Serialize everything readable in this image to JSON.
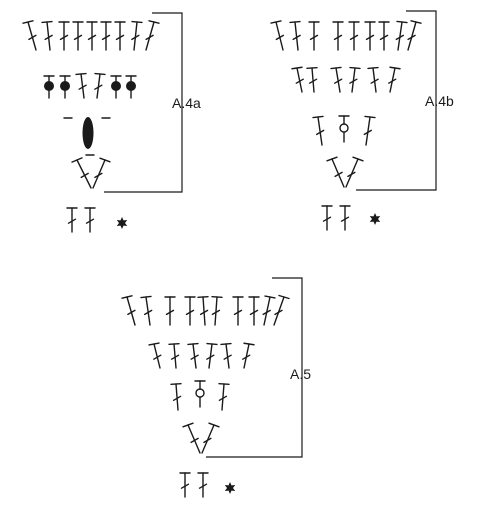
{
  "charts": [
    {
      "id": "a4a",
      "label": "A.4a"
    },
    {
      "id": "a4b",
      "label": "A.4b"
    },
    {
      "id": "a5",
      "label": "A.5"
    }
  ],
  "symbol_names": {
    "tr": "treble-crochet-symbol",
    "dc": "double-crochet-symbol",
    "bobble": "bobble-symbol",
    "ch": "chain-symbol",
    "sc": "single-crochet-symbol",
    "star": "start-star-symbol"
  },
  "colors": {
    "ink": "#1a1a1a",
    "background": "#ffffff"
  }
}
